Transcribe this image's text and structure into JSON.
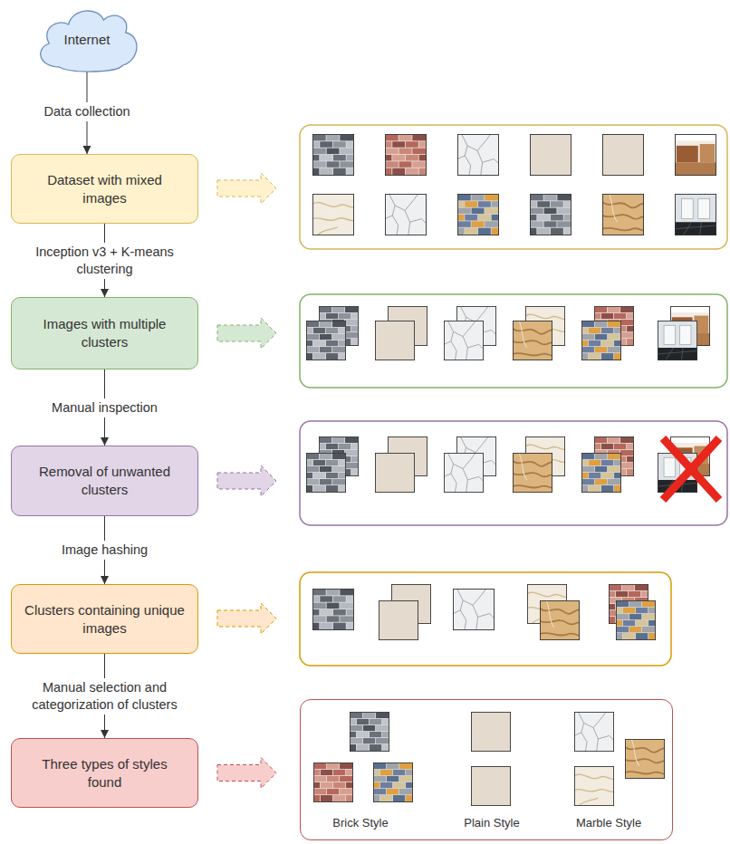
{
  "diagram": {
    "nodes": [
      {
        "text": [
          "Internet"
        ]
      },
      {
        "text": [
          "Dataset with mixed images"
        ]
      },
      {
        "text": [
          "Images with multiple clusters"
        ]
      },
      {
        "text": [
          "Removal of unwanted clusters"
        ]
      },
      {
        "text": [
          "Clusters containing unique images"
        ]
      },
      {
        "text": [
          "Three types of styles found"
        ]
      },
      {
        "text": [
          "Brick Style",
          "Plain Style",
          "Marble Style"
        ]
      }
    ],
    "edges": [
      {
        "from": 0,
        "to": 1,
        "label": "Data collection",
        "arrow": "to"
      },
      {
        "from": 1,
        "to": 2,
        "label": "Inception v3 + K-means clustering",
        "arrow": "to"
      },
      {
        "from": 2,
        "to": 3,
        "label": "Manual inspection",
        "arrow": "to"
      },
      {
        "from": 3,
        "to": 4,
        "label": "Image hashing",
        "arrow": "to"
      },
      {
        "from": 4,
        "to": 5,
        "label": "Manual selection and categorization of clusters",
        "arrow": "to"
      },
      {
        "from": 5,
        "to": 6,
        "arrow": "to"
      }
    ]
  }
}
